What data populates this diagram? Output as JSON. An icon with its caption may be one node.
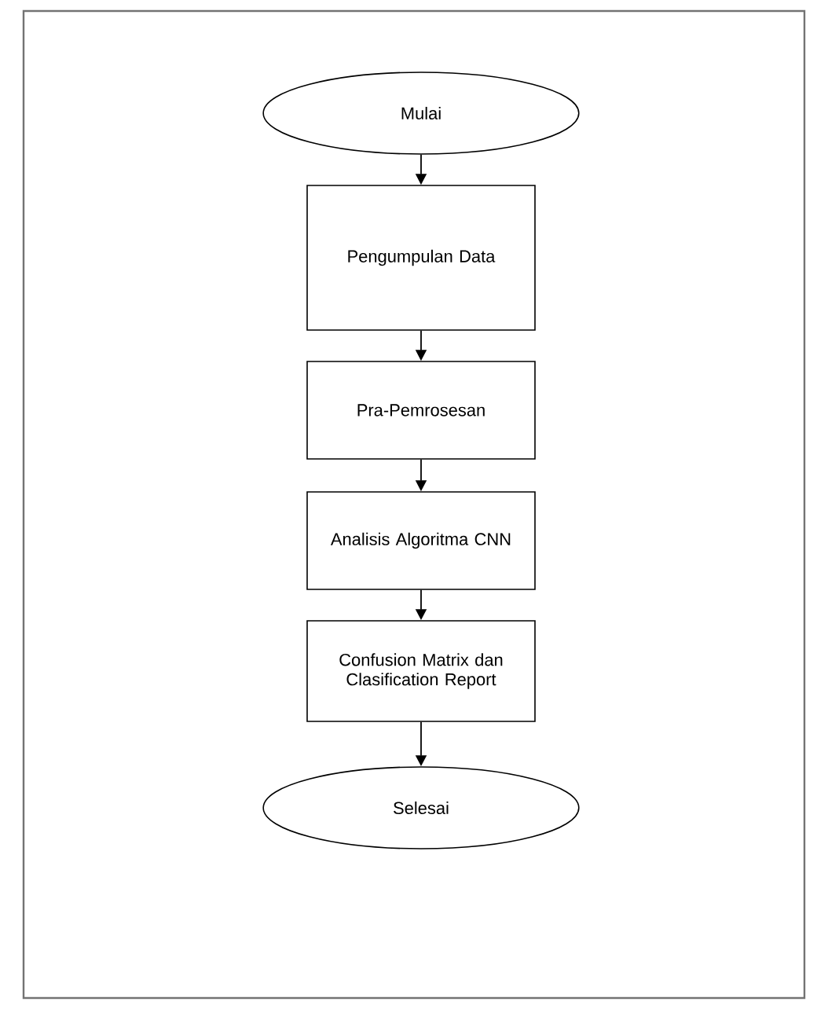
{
  "diagram": {
    "nodes": [
      {
        "text": [
          "Mulai"
        ]
      },
      {
        "text": [
          "Pengumpulan Data"
        ]
      },
      {
        "text": [
          "Pra-Pemrosesan"
        ]
      },
      {
        "text": [
          "Analisis Algoritma CNN"
        ]
      },
      {
        "text": [
          "Confusion Matrix dan Clasification Report"
        ]
      },
      {
        "text": [
          "Selesai"
        ]
      }
    ],
    "edges": [
      {
        "from": 0,
        "to": 1,
        "arrow": "to"
      },
      {
        "from": 1,
        "to": 2,
        "arrow": "to"
      },
      {
        "from": 2,
        "to": 3,
        "arrow": "to"
      },
      {
        "from": 3,
        "to": 4,
        "arrow": "to"
      },
      {
        "from": 4,
        "to": 5,
        "arrow": "to"
      }
    ]
  }
}
